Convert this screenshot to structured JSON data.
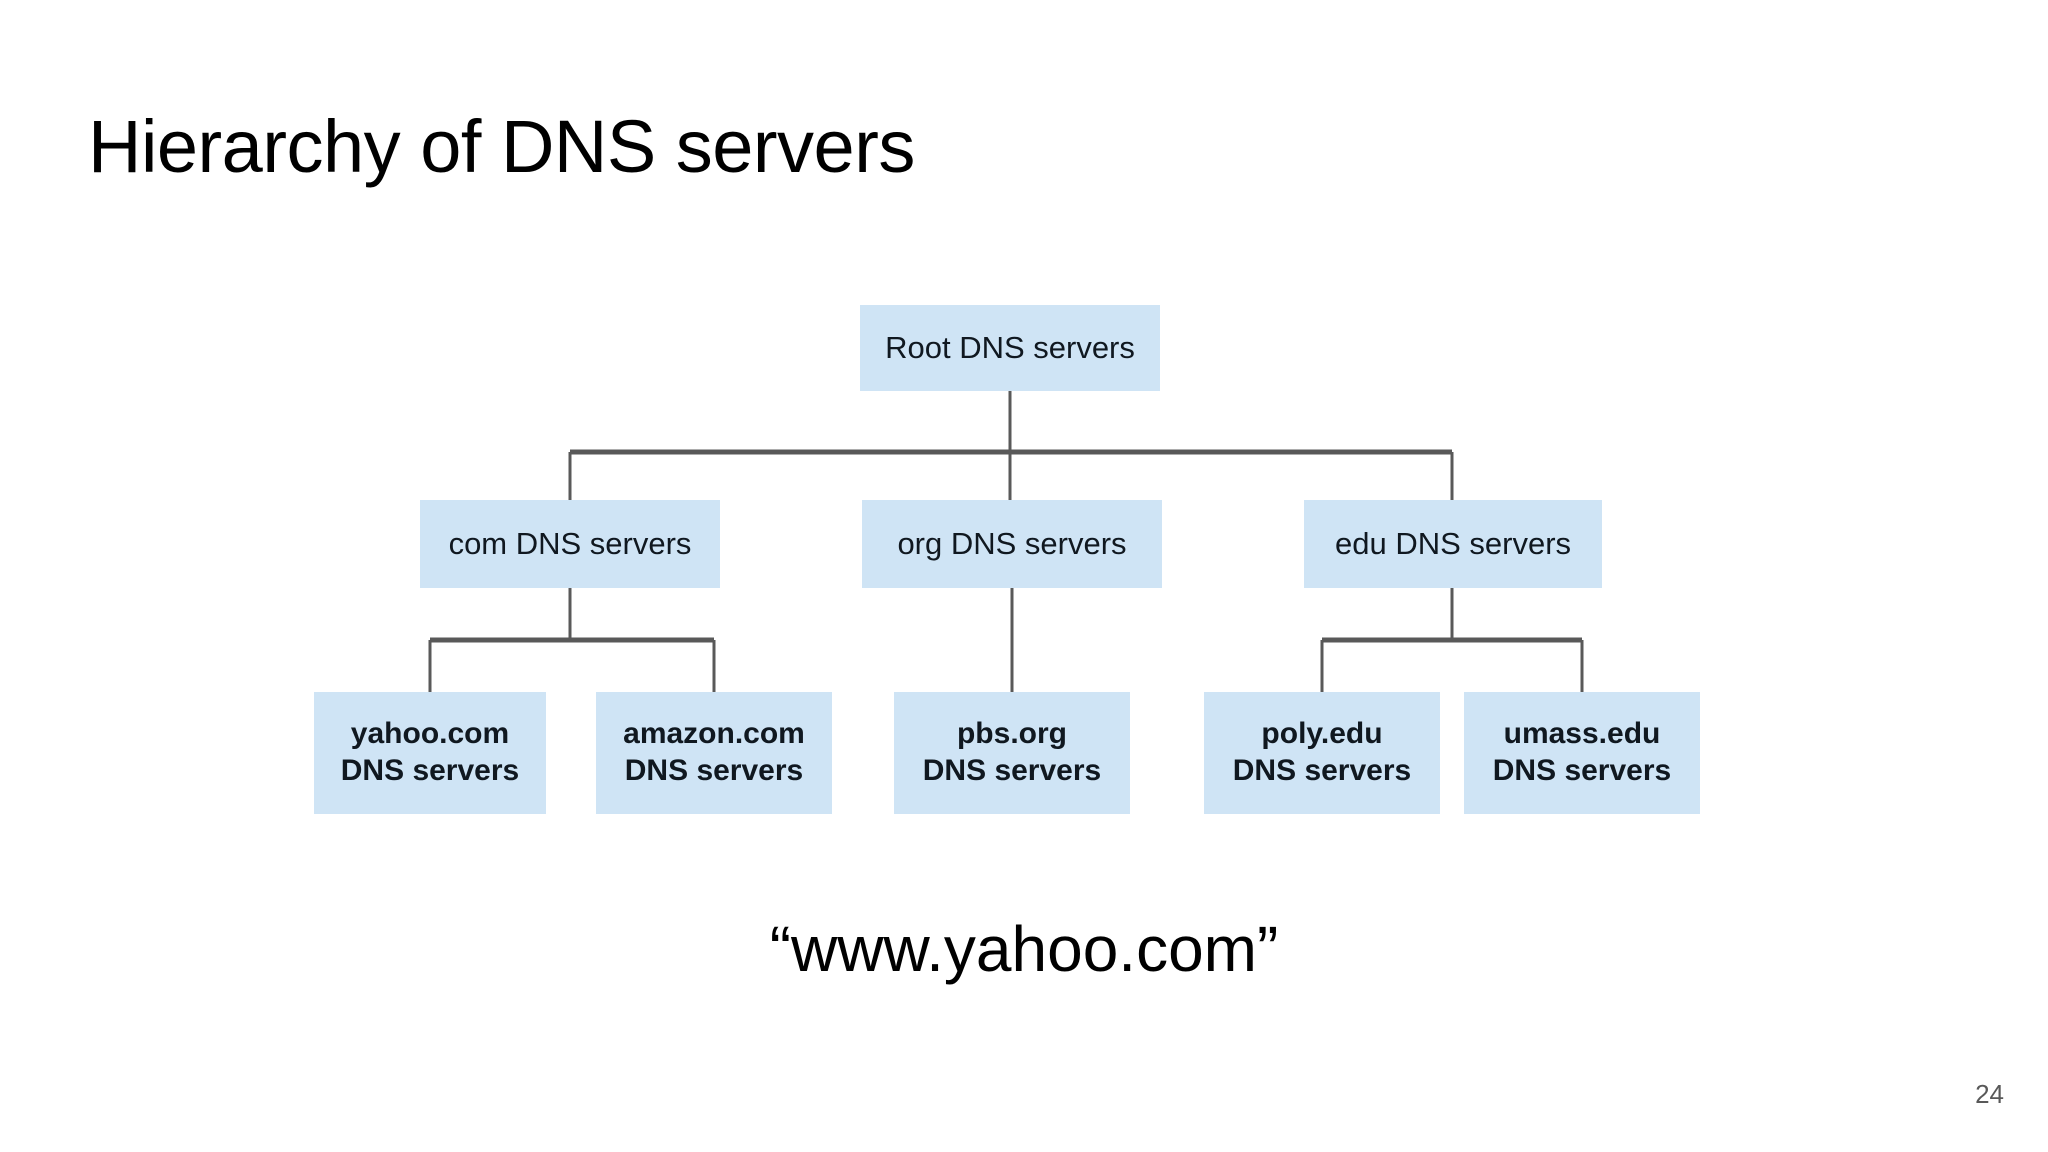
{
  "slide": {
    "title": "Hierarchy of DNS servers",
    "page_number": "24",
    "caption": "“www.yahoo.com”",
    "background_color": "#ffffff",
    "node_fill_color": "#cfe4f5",
    "edge_color": "#595959",
    "title_color": "#000000",
    "page_number_color": "#595959"
  },
  "diagram": {
    "type": "tree",
    "levels": 3,
    "nodes": {
      "root": {
        "label": "Root DNS servers"
      },
      "com": {
        "label": "com DNS servers"
      },
      "org": {
        "label": "org DNS servers"
      },
      "edu": {
        "label": "edu DNS servers"
      },
      "yahoo": {
        "label": "yahoo.com\nDNS servers"
      },
      "amazon": {
        "label": "amazon.com\nDNS servers"
      },
      "pbs": {
        "label": "pbs.org\nDNS servers"
      },
      "poly": {
        "label": "poly.edu\nDNS servers"
      },
      "umass": {
        "label": "umass.edu\nDNS servers"
      }
    },
    "edges": [
      {
        "from": "root",
        "to": "com"
      },
      {
        "from": "root",
        "to": "org"
      },
      {
        "from": "root",
        "to": "edu"
      },
      {
        "from": "com",
        "to": "yahoo"
      },
      {
        "from": "com",
        "to": "amazon"
      },
      {
        "from": "org",
        "to": "pbs"
      },
      {
        "from": "edu",
        "to": "poly"
      },
      {
        "from": "edu",
        "to": "umass"
      }
    ]
  }
}
